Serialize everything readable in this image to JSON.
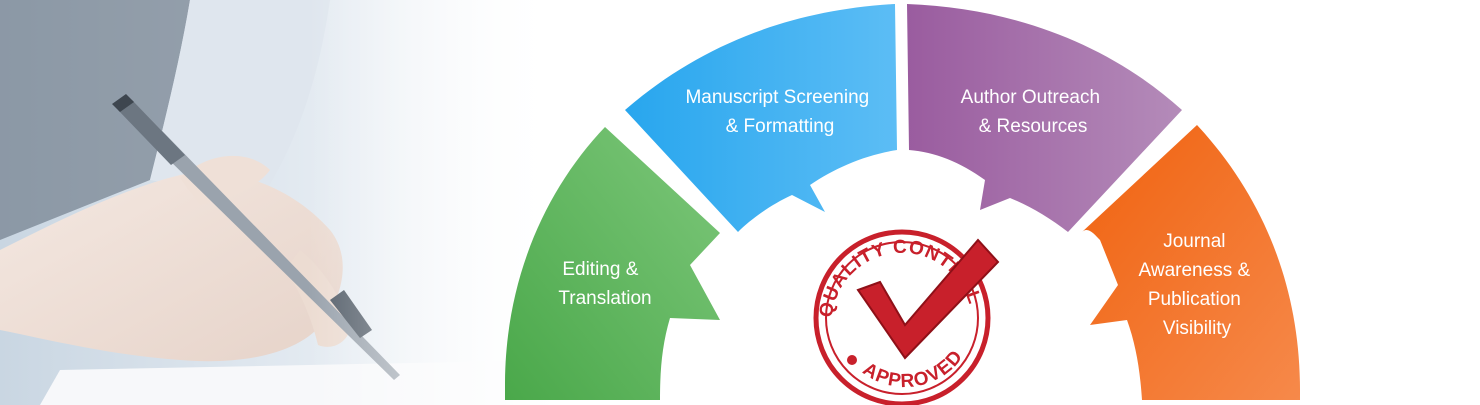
{
  "segments": [
    {
      "id": "editing",
      "lines": [
        "Editing &",
        "Translation"
      ],
      "color": "#5cb85c"
    },
    {
      "id": "manuscript",
      "lines": [
        "Manuscript Screening",
        "& Formatting"
      ],
      "color": "#33a9ee"
    },
    {
      "id": "outreach",
      "lines": [
        "Author Outreach",
        "& Resources"
      ],
      "color": "#a064a6"
    },
    {
      "id": "journal",
      "lines": [
        "Journal",
        "Awareness &",
        "Publication",
        "Visibility"
      ],
      "color": "#f26a1d"
    }
  ],
  "stamp": {
    "top_text": "QUALITY CONTROL",
    "bottom_text": "APPROVED",
    "color": "#c8202b"
  }
}
